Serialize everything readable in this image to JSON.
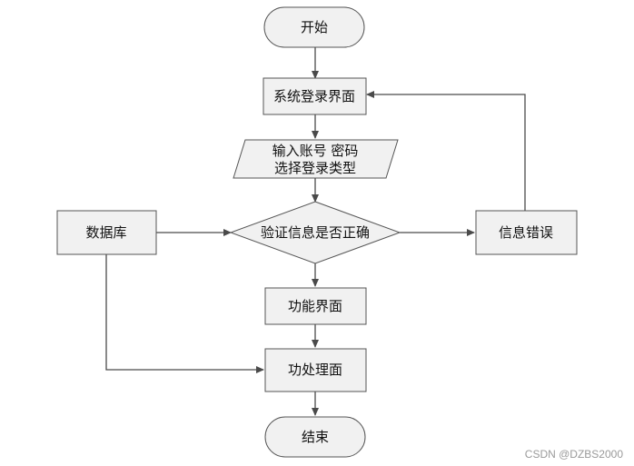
{
  "diagram": {
    "nodes": {
      "start": "开始",
      "login_ui": "系统登录界面",
      "input_line1": "输入账号 密码",
      "input_line2": "选择登录类型",
      "verify": "验证信息是否正确",
      "database": "数据库",
      "error": "信息错误",
      "function_ui": "功能界面",
      "process_ui": "功处理面",
      "end": "结束"
    }
  },
  "watermark": "CSDN @DZBS2000"
}
